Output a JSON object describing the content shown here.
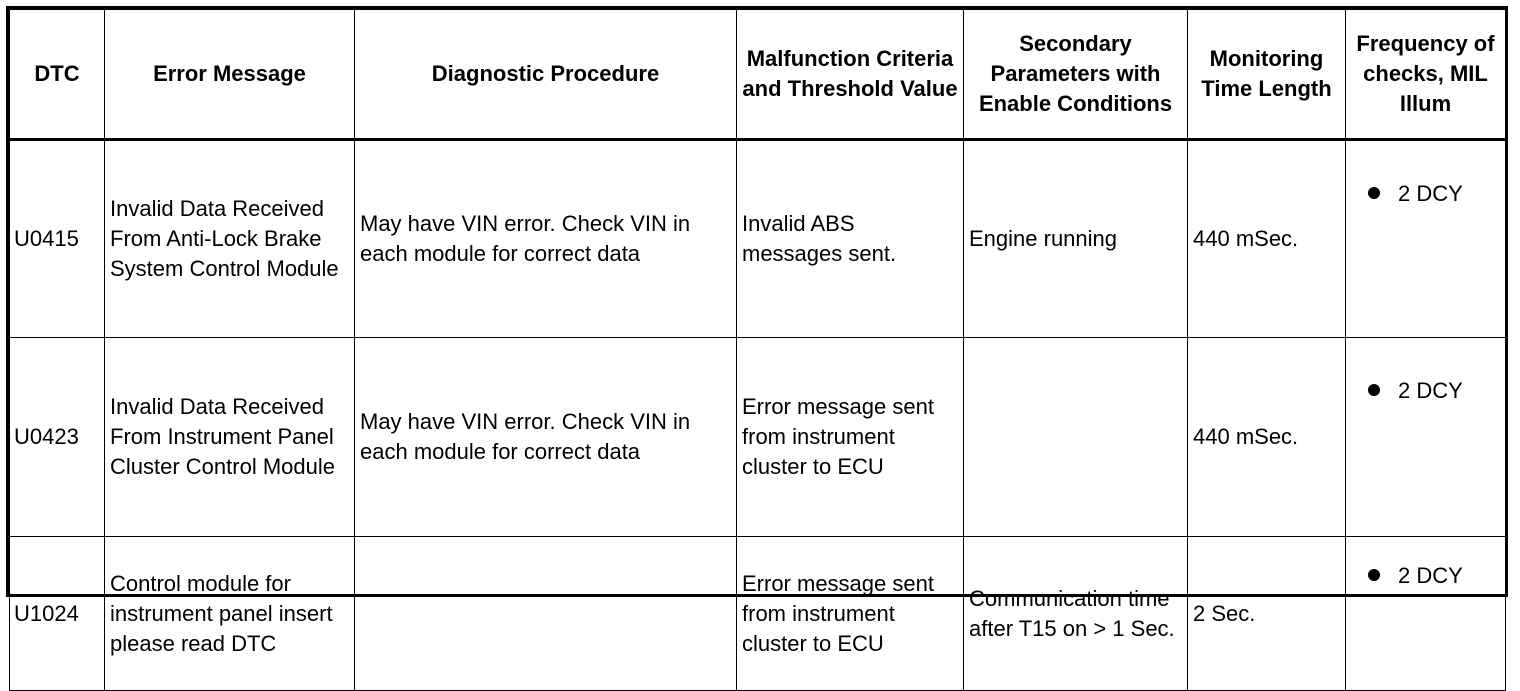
{
  "table": {
    "headers": [
      "DTC",
      "Error Message",
      "Diagnostic Procedure",
      "Malfunction Criteria and Threshold Value",
      "Secondary Parameters with Enable Conditions",
      "Monitoring Time Length",
      "Frequency of checks, MIL Illum"
    ],
    "rows": [
      {
        "dtc": "U0415",
        "error_message": "Invalid Data Received From Anti-Lock Brake System Control Module",
        "diagnostic_procedure": "May have VIN error. Check VIN in each module for correct data",
        "malfunction_criteria": "Invalid ABS messages sent.",
        "secondary_parameters": "Engine running",
        "monitoring_time": "440 mSec.",
        "frequency": "2 DCY"
      },
      {
        "dtc": "U0423",
        "error_message": "Invalid Data Received From Instrument Panel Cluster Control Module",
        "diagnostic_procedure": "May have VIN error. Check VIN in each module for correct data",
        "malfunction_criteria": "Error message sent from instrument cluster to ECU",
        "secondary_parameters": "",
        "monitoring_time": "440 mSec.",
        "frequency": "2 DCY"
      },
      {
        "dtc": "U1024",
        "error_message": "Control module for instrument panel insert please read DTC",
        "diagnostic_procedure": "",
        "malfunction_criteria": "Error message sent from instrument cluster to ECU",
        "secondary_parameters": "Communication time after T15 on > 1 Sec.",
        "monitoring_time": "2 Sec.",
        "frequency": "2 DCY"
      }
    ]
  }
}
